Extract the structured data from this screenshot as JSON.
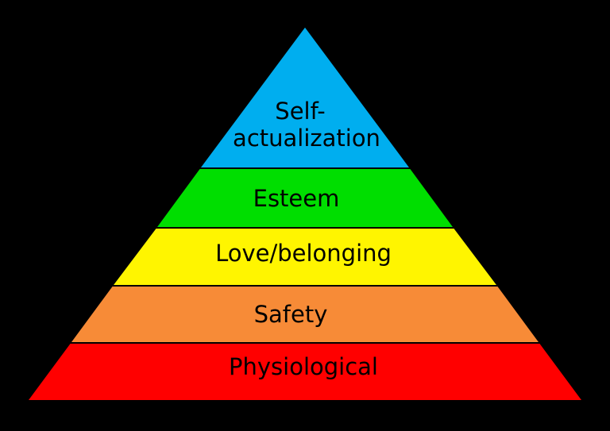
{
  "background_color": "#000000",
  "outline_color": "#000000",
  "text_color": "#000000",
  "pyramid": {
    "type": "pyramid-diagram",
    "levels": [
      {
        "id": "self-actualization",
        "lines": [
          "Self-",
          "actualization"
        ],
        "color": "#00AEEF"
      },
      {
        "id": "esteem",
        "label": "Esteem",
        "color": "#00DE00"
      },
      {
        "id": "love-belonging",
        "label": "Love/belonging",
        "color": "#FFF500"
      },
      {
        "id": "safety",
        "label": "Safety",
        "color": "#F78B37"
      },
      {
        "id": "physiological",
        "label": "Physiological",
        "color": "#FF0000"
      }
    ]
  }
}
